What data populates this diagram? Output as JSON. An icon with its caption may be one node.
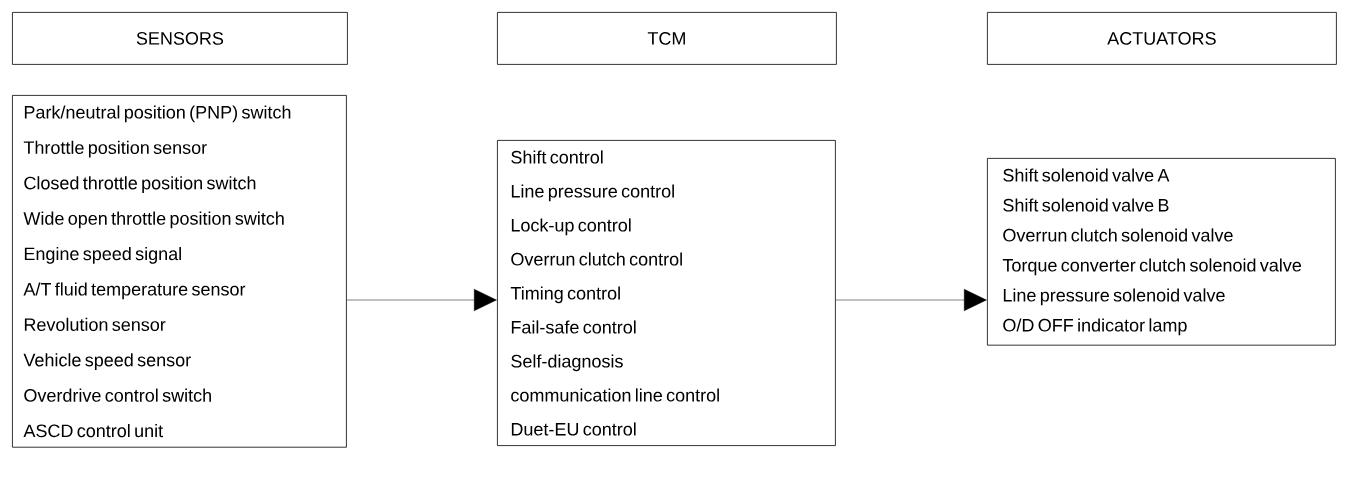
{
  "diagram": {
    "nodes": [
      {
        "text": [
          "SENSORS"
        ]
      },
      {
        "text": [
          "Park/neutral position (PNP) switch",
          "Throttle position sensor",
          "Closed throttle position switch",
          "Wide open throttle position switch",
          "Engine speed signal",
          "A/T fluid temperature sensor",
          "Revolution sensor",
          "Vehicle speed sensor",
          "Overdrive control switch",
          "ASCD control unit"
        ]
      },
      {
        "text": [
          "TCM"
        ]
      },
      {
        "text": [
          "Shift control",
          "Line pressure control",
          "Lock-up control",
          "Overrun clutch control",
          "Timing control",
          "Fail-safe control",
          "Self-diagnosis",
          "communication line control",
          "Duet-EU control"
        ]
      },
      {
        "text": [
          "ACTUATORS"
        ]
      },
      {
        "text": [
          "Shift solenoid valve A",
          "Shift solenoid valve B",
          "Overrun clutch solenoid valve",
          "Torque converter clutch solenoid valve",
          "Line pressure solenoid valve",
          "O/D OFF indicator lamp"
        ]
      }
    ],
    "edges": [
      {
        "from": 1,
        "to": 3,
        "arrow": "to"
      },
      {
        "from": 3,
        "to": 5,
        "arrow": "to"
      }
    ]
  }
}
